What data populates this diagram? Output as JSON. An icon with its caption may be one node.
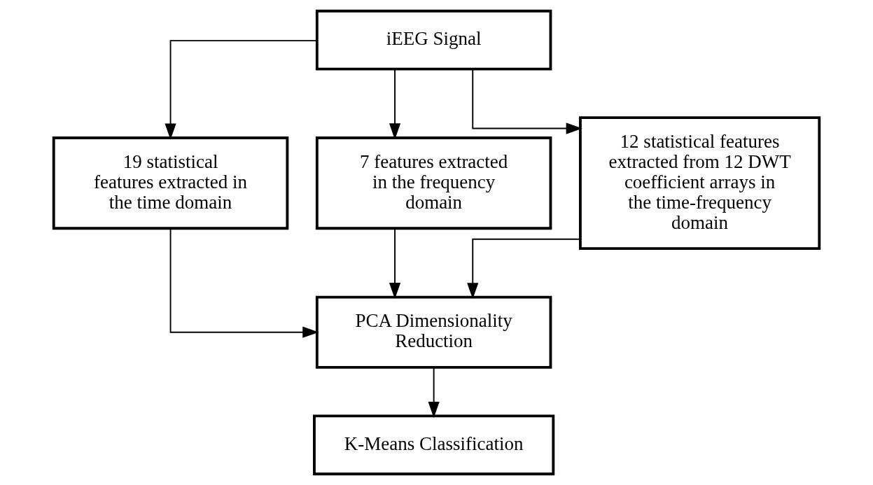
{
  "diagram": {
    "nodes": [
      {
        "text": [
          "iEEG Signal"
        ]
      },
      {
        "text": [
          "19 statistical features extracted in the time domain"
        ]
      },
      {
        "text": [
          "7 features extracted in the frequency domain"
        ]
      },
      {
        "text": [
          "12 statistical features extracted from 12 DWT coefficient arrays in the time-frequency domain"
        ]
      },
      {
        "text": [
          "PCA Dimensionality Reduction"
        ]
      },
      {
        "text": [
          "K-Means Classification"
        ]
      }
    ],
    "edges": [
      {
        "from": 0,
        "to": 1,
        "arrow": "to"
      },
      {
        "from": 0,
        "to": 2,
        "arrow": "to"
      },
      {
        "from": 0,
        "to": 3,
        "arrow": "to"
      },
      {
        "from": 1,
        "to": 4,
        "arrow": "to"
      },
      {
        "from": 2,
        "to": 4,
        "arrow": "to"
      },
      {
        "from": 3,
        "to": 4,
        "arrow": "to"
      },
      {
        "from": 4,
        "to": 5,
        "arrow": "to"
      }
    ]
  }
}
